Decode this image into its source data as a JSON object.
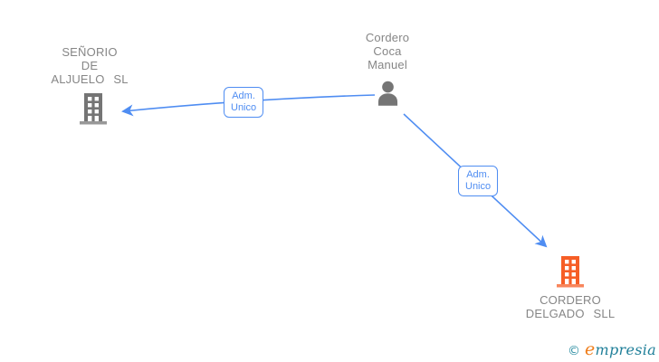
{
  "diagram": {
    "type": "corporate-relationship-graph",
    "background": "#ffffff",
    "colors": {
      "edge_blue": "#4f8df2",
      "node_text_gray": "#868686",
      "icon_gray": "#757575",
      "highlight_orange": "#f65e26",
      "watermark_teal": "#1f7f99",
      "watermark_orange": "#ef7d1a"
    },
    "nodes": [
      {
        "id": "senorio-de-aljuelo",
        "kind": "company",
        "icon": "building-icon",
        "name": "SEÑORIO DE ALJUELO SL",
        "lines": [
          "SEÑORIO",
          "DE",
          "ALJUELO SL"
        ]
      },
      {
        "id": "cordero-coca-manuel",
        "kind": "person",
        "icon": "person-icon",
        "name": "Cordero Coca Manuel",
        "lines": [
          "Cordero",
          "Coca",
          "Manuel"
        ]
      },
      {
        "id": "cordero-delgado",
        "kind": "company",
        "icon": "building-icon",
        "name": "CORDERO DELGADO SLL",
        "lines": [
          "CORDERO",
          "DELGADO SLL"
        ]
      }
    ],
    "edges": [
      {
        "from": "cordero-coca-manuel",
        "to": "senorio-de-aljuelo",
        "label": "Adm. Unico",
        "label_lines": [
          "Adm.",
          "Unico"
        ]
      },
      {
        "from": "cordero-coca-manuel",
        "to": "cordero-delgado",
        "label": "Adm. Unico",
        "label_lines": [
          "Adm.",
          "Unico"
        ]
      }
    ],
    "watermark": {
      "copyright_symbol": "©",
      "brand_first_letter": "e",
      "brand_rest": "mpresia"
    }
  }
}
